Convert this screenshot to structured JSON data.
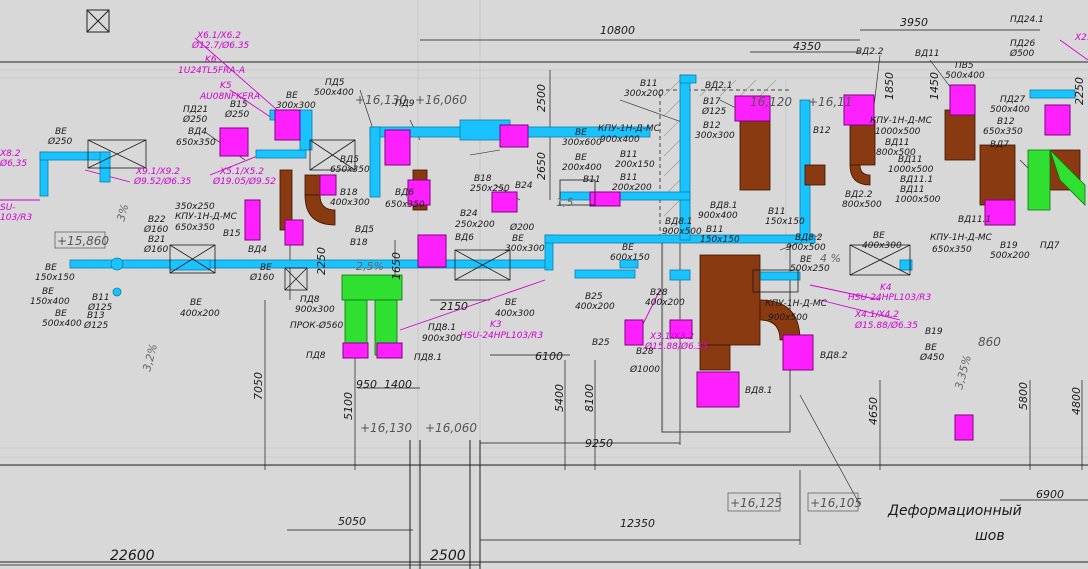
{
  "colors": {
    "background": "#d8d8d8",
    "duct_supply": "#19c3ff",
    "duct_exhaust": "#8a3a10",
    "equipment": "#ff20ff",
    "duct_green": "#30e030",
    "line": "#1a1a1a",
    "refrigerant": "#d000d0"
  },
  "dimensions": {
    "d10800": "10800",
    "d3950": "3950",
    "d4350": "4350",
    "d2500v": "2500",
    "d2650": "2650",
    "d1850": "1850",
    "d1450": "1450",
    "d2250": "2250",
    "d1650": "1650",
    "d2150": "2150",
    "d950": "950",
    "d1400": "1400",
    "d7050": "7050",
    "d5100": "5100",
    "d6100": "6100",
    "d5400": "5400",
    "d8100": "8100",
    "d9250": "9250",
    "d4650": "4650",
    "d5800": "5800",
    "d4800": "4800",
    "d5050": "5050",
    "d12350": "12350",
    "d22600": "22600",
    "d2500h": "2500",
    "d6900": "6900",
    "d2250r": "2250"
  },
  "elevations": {
    "e15860": "+15,860",
    "e16130a": "+16,130",
    "e16060a": "+16,060",
    "e16130b": "+16,130",
    "e16060b": "+16,060",
    "e16125": "+16,125",
    "e16105": "+16,105",
    "e16111": "+16,11",
    "e16120": "16,120",
    "e860": "860"
  },
  "slopes": {
    "s3": "3%",
    "s25": "2,5%",
    "s32": "3,2%",
    "s335": "3,35%",
    "s4": "4 %",
    "s15": "1,5"
  },
  "annotations": {
    "deform_line1": "Деформационный",
    "deform_line2": "шов"
  },
  "magenta_labels": {
    "x61": "X6.1/X6.2",
    "x61d": "Ø12.7/Ø6.35",
    "k6": "K6",
    "k6m": "1U24TL5FRA-A",
    "k5": "K5",
    "k5m": "AU08NFKERA",
    "x91": "X9.1/X9.2",
    "x91d": "Ø9.52/Ø6.35",
    "x51": "X5.1/X5.2",
    "x51d": "Ø19.05/Ø9.52",
    "x8": "X8.2",
    "x8d": "Ø6,35",
    "k3": "K3",
    "k3m": "HSU-24HPL103/R3",
    "x31": "X3.1/X3.2",
    "x31d": "Ø15.88/Ø6.35",
    "k4": "K4",
    "k4m": "HSU-24HPL103/R3",
    "x41": "X4.1/X4.2",
    "x41d": "Ø15.88/Ø6.35",
    "su": "SU-",
    "su2": "103/R3",
    "x2": "X2."
  },
  "labels": {
    "vd4a": "ВД4",
    "vd4a2": "650x350",
    "pd21": "ПД21",
    "pd21d": "Ø250",
    "b15a": "В15",
    "b15ad": "Ø250",
    "be_a": "ВЕ",
    "be_ad": "Ø250",
    "be_b": "ВЕ",
    "be_bd": "300x300",
    "pd5": "ПД5",
    "pd5d": "500x400",
    "pd9": "ПД9",
    "vd5a": "ВД5",
    "vd5ad": "650x350",
    "vd5b": "ВД5",
    "vd6": "ВД6",
    "vd6d": "650x350",
    "b18a": "В18",
    "b18ad": "400x300",
    "b18b": "В18",
    "b18c": "В18",
    "b18cd": "250x250",
    "b24a": "В24",
    "b24b": "В24",
    "b24bd": "250x200",
    "vd6b": "ВД6",
    "be_c": "ВЕ",
    "be_cd": "300x600",
    "b11a": "В11",
    "b11ad": "300x200",
    "b17": "В17",
    "b17d": "Ø125",
    "b12a": "В12",
    "b12ad": "300x300",
    "vd21": "ВД2.1",
    "kpu1": "КПУ-1Н-Д-МС",
    "kpu1d": "900x400",
    "b11b": "В11",
    "b11bd": "200x150",
    "b11c": "В11",
    "b11cd": "200x200",
    "be_d": "ВЕ",
    "be_dd": "200x400",
    "b11d": "В11",
    "b12b": "В12",
    "vd22a": "ВД2.2",
    "vd11a": "ВД11",
    "pv5": "ПВ5",
    "pv5d": "500x400",
    "pd241": "ПД24.1",
    "pd26": "ПД26",
    "pd26d": "Ø500",
    "pd27": "ПД27",
    "pd27d": "500x400",
    "b12c": "В12",
    "b12cd": "650x350",
    "vd7": "ВД7",
    "kpu2": "КПУ-1Н-Д-МС",
    "kpu2d": "1000x500",
    "vd11b": "ВД11",
    "vd11bd": "800x500",
    "vd11c": "ВД11",
    "vd11cd": "1000x500",
    "vd111": "ВД11.1",
    "vd11d": "ВД11",
    "vd11dd": "1000x500",
    "vd22b": "ВД2.2",
    "vd22bd": "800x500",
    "vd111b": "ВД11.1",
    "kpu3": "КПУ-1Н-Д-МС",
    "kpu3d": "650x350",
    "be_e": "ВЕ",
    "be_ed": "400x300",
    "b19a": "В19",
    "b19ad": "500x200",
    "pd7": "ПД7",
    "b19b": "В19",
    "be_f": "ВЕ",
    "be_fd": "Ø450",
    "b22": "В22",
    "b22d": "Ø160",
    "b21": "В21",
    "b21d": "Ø160",
    "be_g": "ВЕ",
    "be_gd": "150x150",
    "be_h": "ВЕ",
    "be_hd": "150x400",
    "be_i": "ВЕ",
    "be_id": "500x400",
    "b11e": "В11",
    "b11ed": "Ø125",
    "b13": "В13",
    "b13d": "Ø125",
    "kpu4": "КПУ-1Н-Д-МС",
    "kpu4d": "350x250",
    "kpu4e": "650x350",
    "b15b": "В15",
    "vd4b": "ВД4",
    "be_j": "ВЕ",
    "be_jd": "Ø160",
    "be_k": "ВЕ",
    "be_kd": "400x200",
    "pd8a": "ПД8",
    "pd8ad": "900x300",
    "prok": "ПРОК-Ø560",
    "pd8b": "ПД8",
    "pd81": "ПД8.1",
    "pd81b": "ПД8.1",
    "pd81bd": "900x300",
    "be_l": "ВЕ",
    "be_ld": "400x300",
    "be_m": "ВЕ",
    "be_md": "300x300",
    "b20": "Ø200",
    "b25a": "В25",
    "b25ad": "400x200",
    "be_n": "ВЕ",
    "be_nd": "600x150",
    "b28": "В28",
    "b28d": "400x200",
    "b25b": "В25",
    "b28b": "В28",
    "d1000": "Ø1000",
    "vd81": "ВД8.1",
    "vd81d": "900x500",
    "b11f": "В11",
    "b11fd": "150x150",
    "b11g": "В11",
    "b11gd": "150x150",
    "vd81b": "ВД8.1",
    "vd81bd": "900x400",
    "vd82": "ВД8.2",
    "vd82d": "900x500",
    "be_o": "ВЕ",
    "be_od": "500x250",
    "kpu5": "КПУ-1Н-Д-МС",
    "kpu5d": "900x500",
    "vd82b": "ВД8.2",
    "vd81c": "ВД8.1"
  }
}
